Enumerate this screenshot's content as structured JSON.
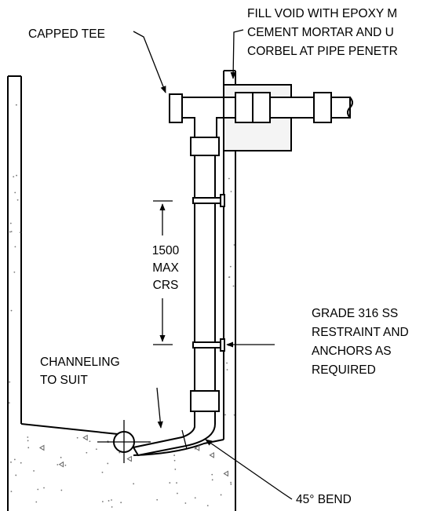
{
  "labels": {
    "capped_tee": "CAPPED TEE",
    "fill_void": [
      "FILL VOID WITH EPOXY M",
      "CEMENT MORTAR AND U",
      "CORBEL AT PIPE PENETR"
    ],
    "spacing": [
      "1500",
      "MAX",
      "CRS"
    ],
    "restraint": [
      "GRADE 316 SS",
      "RESTRAINT AND",
      "ANCHORS AS",
      "REQUIRED"
    ],
    "channeling": [
      "CHANNELING",
      "TO SUIT"
    ],
    "bend": "45° BEND"
  }
}
